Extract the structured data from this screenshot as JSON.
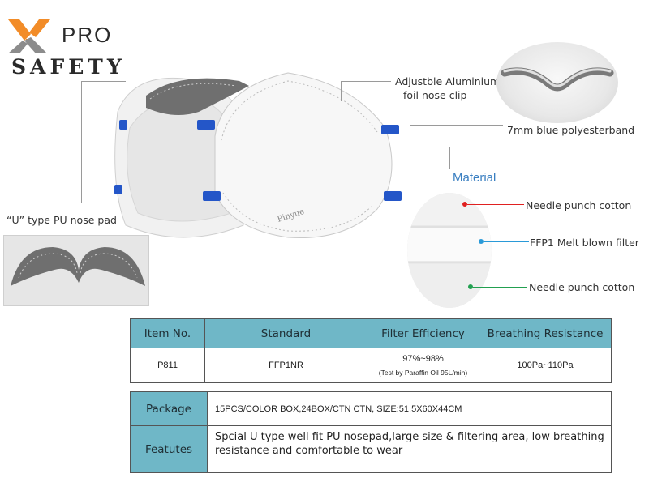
{
  "brand": {
    "mark": "X",
    "pro": "PRO",
    "safety": "SAFETY",
    "colors": {
      "orange": "#f28c28",
      "gray": "#8c8c8c"
    }
  },
  "callouts": {
    "nose_clip": "Adjustble Aluminium",
    "nose_clip_2": "foil nose clip",
    "band": "7mm blue polyesterband",
    "nose_pad": "“U” type PU nose pad",
    "mask_print": "Pinyue"
  },
  "material": {
    "title": "Material",
    "layers": [
      {
        "label": "Needle punch cotton",
        "dot_color": "#e02020"
      },
      {
        "label": "FFP1 Melt blown filter",
        "dot_color": "#2a9ad8"
      },
      {
        "label": "Needle punch cotton",
        "dot_color": "#22a050"
      }
    ]
  },
  "spec_table": {
    "headers": [
      "Item No.",
      "Standard",
      "Filter Efficiency",
      "Breathing Resistance"
    ],
    "row": {
      "item": "P811",
      "standard": "FFP1NR",
      "efficiency": "97%~98%",
      "efficiency_note": "(Test by Paraffin Oil 95L/min)",
      "resistance": "100Pa~110Pa"
    }
  },
  "package_table": {
    "package_label": "Package",
    "package_value": "15PCS/COLOR BOX,24BOX/CTN CTN, SIZE:51.5X60X44CM",
    "features_label": "Featutes",
    "features_value": "Spcial U type well fit PU nosepad,large size & filtering area, low breathing resistance and comfortable to wear"
  },
  "colors": {
    "header_bg": "#6fb7c7",
    "material_title": "#3a7fc1",
    "strap_blue": "#2456c8"
  }
}
